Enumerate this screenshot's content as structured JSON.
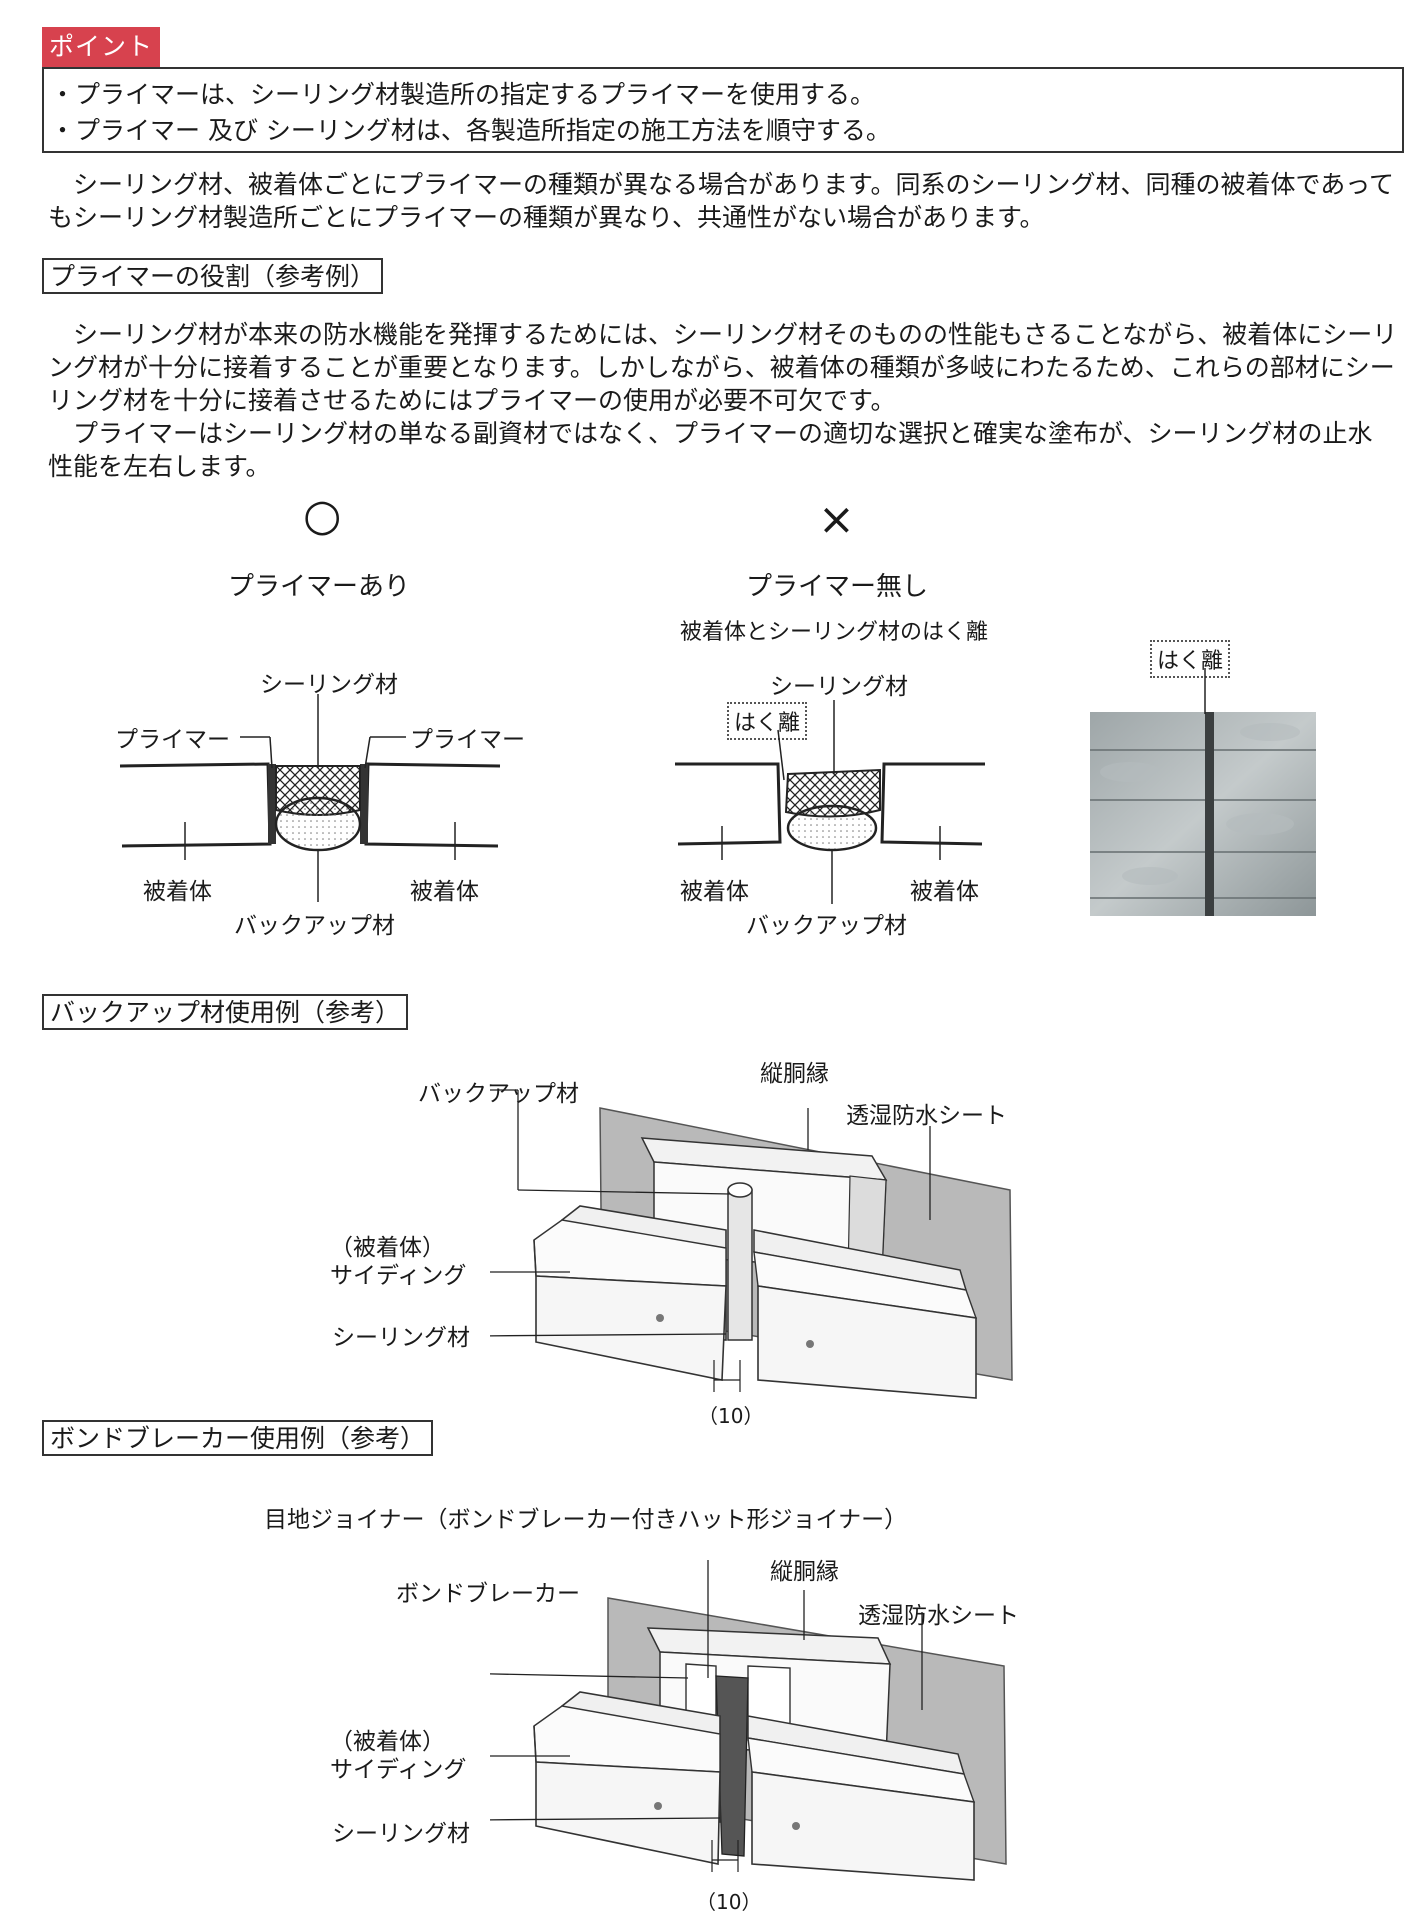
{
  "point": {
    "tag": "ポイント",
    "lines": [
      "・プライマーは、シーリング材製造所の指定するプライマーを使用する。",
      "・プライマー 及び シーリング材は、各製造所指定の施工方法を順守する。"
    ]
  },
  "intro": {
    "line1": "　シーリング材、被着体ごとにプライマーの種類が異なる場合があります。同系のシーリング材、同種の被着体であって",
    "line2": "もシーリング材製造所ごとにプライマーの種類が異なり、共通性がない場合があります。"
  },
  "role": {
    "heading": "プライマーの役割（参考例）",
    "lines": [
      "　シーリング材が本来の防水機能を発揮するためには、シーリング材そのものの性能もさることながら、被着体にシーリ",
      "ング材が十分に接着することが重要となります。しかしながら、被着体の種類が多岐にわたるため、これらの部材にシー",
      "リング材を十分に接着させるためにはプライマーの使用が必要不可欠です。",
      "　プライマーはシーリング材の単なる副資材ではなく、プライマーの適切な選択と確実な塗布が、シーリング材の止水",
      "性能を左右します。"
    ]
  },
  "compare": {
    "good": {
      "symbol": "○",
      "title": "プライマーあり",
      "sealant": "シーリング材",
      "primer_left": "プライマー",
      "primer_right": "プライマー",
      "substrate_left": "被着体",
      "substrate_right": "被着体",
      "backup": "バックアップ材"
    },
    "bad": {
      "symbol": "×",
      "title": "プライマー無し",
      "subtitle": "被着体とシーリング材のはく離",
      "sealant": "シーリング材",
      "peel": "はく離",
      "substrate_left": "被着体",
      "substrate_right": "被着体",
      "backup": "バックアップ材"
    },
    "photo_label": "はく離"
  },
  "backup_example": {
    "heading": "バックアップ材使用例（参考）",
    "backup": "バックアップ材",
    "furring": "縦胴縁",
    "sheet": "透湿防水シート",
    "siding_1": "（被着体）",
    "siding_2": "サイディング",
    "sealant": "シーリング材",
    "gap": "（10）"
  },
  "bond_example": {
    "heading": "ボンドブレーカー使用例（参考）",
    "joiner": "目地ジョイナー（ボンドブレーカー付きハット形ジョイナー）",
    "furring": "縦胴縁",
    "bond": "ボンドブレーカー",
    "sheet": "透湿防水シート",
    "siding_1": "（被着体）",
    "siding_2": "サイディング",
    "sealant": "シーリング材",
    "gap": "（10）"
  }
}
